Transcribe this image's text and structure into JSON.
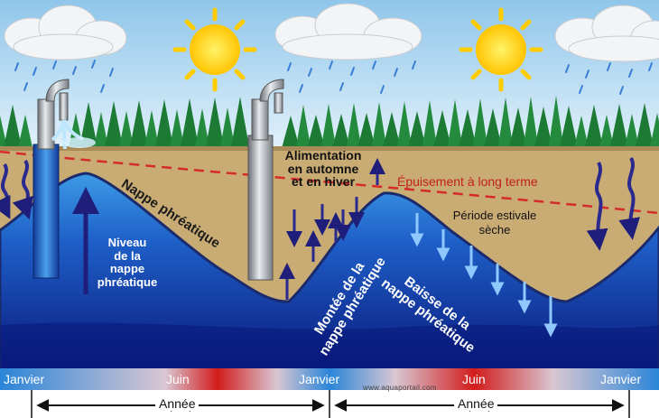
{
  "labels": {
    "water_table": "Nappe phréatique",
    "level_lines": [
      "Niveau",
      "de la",
      "nappe",
      "phréatique"
    ],
    "recharge_lines": [
      "Alimentation",
      "en automne",
      "et en hiver"
    ],
    "depletion": "Épuisement à long terme",
    "dry_season_lines": [
      "Période estivale",
      "sèche"
    ],
    "rise_lines": [
      "Montée de la",
      "nappe phréatique"
    ],
    "fall_lines": [
      "Baisse de la",
      "nappe phréatique"
    ]
  },
  "timeline": {
    "months": [
      "Janvier",
      "Juin",
      "Janvier",
      "Juin",
      "Janvier"
    ],
    "period": "Année",
    "credit": "www.aquaportail.com"
  },
  "colors": {
    "sky": "#a7d3ee",
    "soil": "#c9ab74",
    "groundwater_dark": "#0b1f8a",
    "groundwater_light": "#2f8be0",
    "depletion_line": "#d62b2b",
    "sun": "#ffd21a",
    "tree": "#1d7a35",
    "january_label": "#2b7bd6",
    "june_label": "#c42020"
  },
  "icons": [
    "cloud-icon",
    "rain-icon",
    "sun-icon",
    "tree-icon",
    "hand-pump-icon",
    "infiltration-arrow-icon"
  ]
}
